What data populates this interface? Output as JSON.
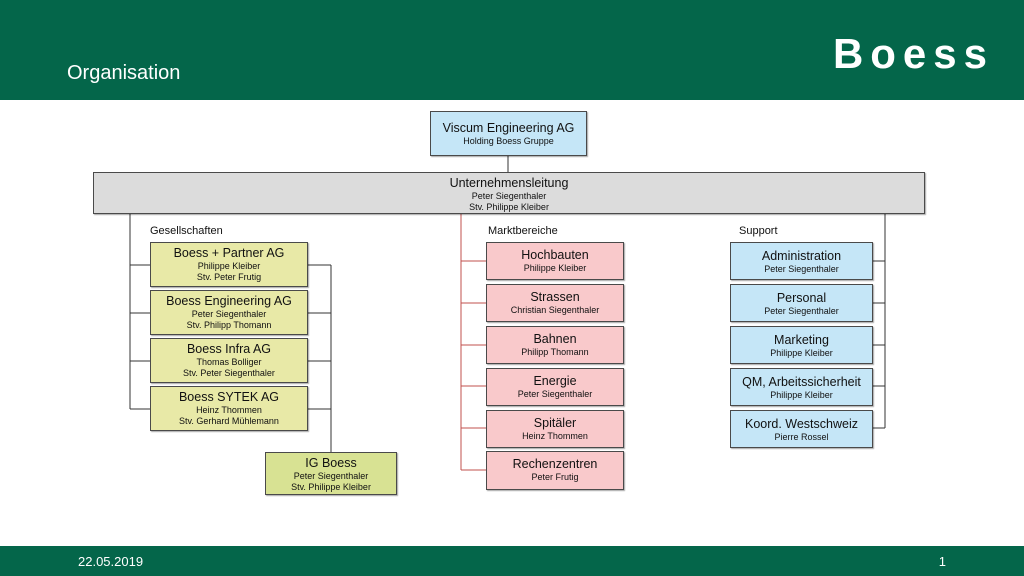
{
  "header": {
    "title": "Organisation",
    "brand": "Boess"
  },
  "footer": {
    "date": "22.05.2019",
    "page": "1"
  },
  "colors": {
    "brand_green": "#04664a",
    "holding_blue": "#c5e6f7",
    "management_grey": "#dcdcdc",
    "companies_green": "#e8e9a7",
    "markets_pink": "#f9c9cb",
    "support_blue": "#c5e6f7"
  },
  "holding": {
    "name": "Viscum Engineering AG",
    "sub": "Holding Boess Gruppe"
  },
  "management": {
    "name": "Unternehmensleitung",
    "lines": [
      "Peter Siegenthaler",
      "Stv. Philippe Kleiber"
    ]
  },
  "sections": {
    "companies_label": "Gesellschaften",
    "markets_label": "Marktbereiche",
    "support_label": "Support"
  },
  "companies": [
    {
      "name": "Boess + Partner AG",
      "lines": [
        "Philippe Kleiber",
        "Stv. Peter Frutig"
      ]
    },
    {
      "name": "Boess Engineering AG",
      "lines": [
        "Peter Siegenthaler",
        "Stv. Philipp Thomann"
      ]
    },
    {
      "name": "Boess Infra AG",
      "lines": [
        "Thomas Bolliger",
        "Stv. Peter Siegenthaler"
      ]
    },
    {
      "name": "Boess SYTEK AG",
      "lines": [
        "Heinz Thommen",
        "Stv. Gerhard Mühlemann"
      ]
    }
  ],
  "ig": {
    "name": "IG Boess",
    "lines": [
      "Peter Siegenthaler",
      "Stv. Philippe Kleiber"
    ]
  },
  "markets": [
    {
      "name": "Hochbauten",
      "lines": [
        "Philippe Kleiber"
      ]
    },
    {
      "name": "Strassen",
      "lines": [
        "Christian Siegenthaler"
      ]
    },
    {
      "name": "Bahnen",
      "lines": [
        "Philipp Thomann"
      ]
    },
    {
      "name": "Energie",
      "lines": [
        "Peter Siegenthaler"
      ]
    },
    {
      "name": "Spitäler",
      "lines": [
        "Heinz Thommen"
      ]
    },
    {
      "name": "Rechenzentren",
      "lines": [
        "Peter Frutig"
      ]
    }
  ],
  "support": [
    {
      "name": "Administration",
      "lines": [
        "Peter Siegenthaler"
      ]
    },
    {
      "name": "Personal",
      "lines": [
        "Peter Siegenthaler"
      ]
    },
    {
      "name": "Marketing",
      "lines": [
        "Philippe Kleiber"
      ]
    },
    {
      "name": "QM, Arbeitssicherheit",
      "lines": [
        "Philippe Kleiber"
      ]
    },
    {
      "name": "Koord. Westschweiz",
      "lines": [
        "Pierre Rossel"
      ]
    }
  ]
}
